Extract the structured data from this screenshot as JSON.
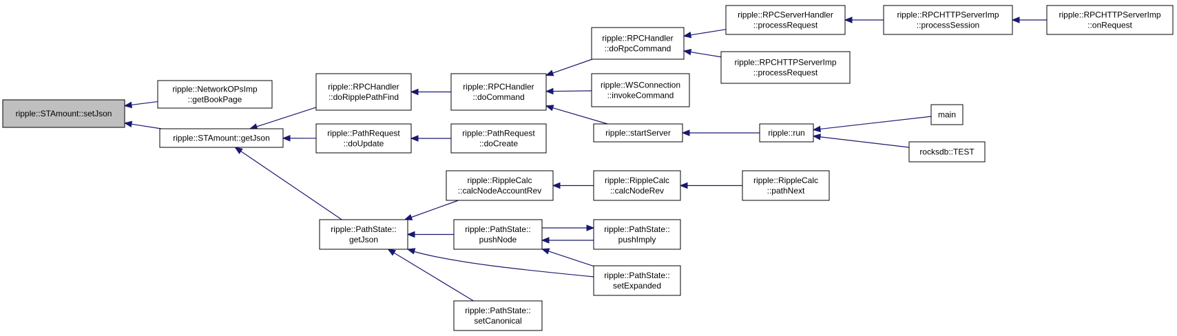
{
  "graph": {
    "colors": {
      "edge": "#191970",
      "root_fill": "#bfbfbf",
      "node_fill": "#ffffff",
      "border": "#000000"
    },
    "nodes": [
      {
        "id": "setJson",
        "lines": [
          "ripple::STAmount::setJson"
        ],
        "root": true
      },
      {
        "id": "getBookPage",
        "lines": [
          "ripple::NetworkOPsImp",
          "::getBookPage"
        ]
      },
      {
        "id": "getJson",
        "lines": [
          "ripple::STAmount::getJson"
        ]
      },
      {
        "id": "doRipplePathFind",
        "lines": [
          "ripple::RPCHandler",
          "::doRipplePathFind"
        ]
      },
      {
        "id": "doUpdate",
        "lines": [
          "ripple::PathRequest",
          "::doUpdate"
        ]
      },
      {
        "id": "psGetJson",
        "lines": [
          "ripple::PathState::",
          "getJson"
        ]
      },
      {
        "id": "doCommand",
        "lines": [
          "ripple::RPCHandler",
          "::doCommand"
        ]
      },
      {
        "id": "doCreate",
        "lines": [
          "ripple::PathRequest",
          "::doCreate"
        ]
      },
      {
        "id": "calcNodeAccountRev",
        "lines": [
          "ripple::RippleCalc",
          "::calcNodeAccountRev"
        ]
      },
      {
        "id": "pushNode",
        "lines": [
          "ripple::PathState::",
          "pushNode"
        ]
      },
      {
        "id": "setCanonical",
        "lines": [
          "ripple::PathState::",
          "setCanonical"
        ]
      },
      {
        "id": "doRpcCommand",
        "lines": [
          "ripple::RPCHandler",
          "::doRpcCommand"
        ]
      },
      {
        "id": "invokeCommand",
        "lines": [
          "ripple::WSConnection",
          "::invokeCommand"
        ]
      },
      {
        "id": "startServer",
        "lines": [
          "ripple::startServer"
        ]
      },
      {
        "id": "calcNodeRev",
        "lines": [
          "ripple::RippleCalc",
          "::calcNodeRev"
        ]
      },
      {
        "id": "pushImply",
        "lines": [
          "ripple::PathState::",
          "pushImply"
        ]
      },
      {
        "id": "setExpanded",
        "lines": [
          "ripple::PathState::",
          "setExpanded"
        ]
      },
      {
        "id": "rpcServerHandlerProcessRequest",
        "lines": [
          "ripple::RPCServerHandler",
          "::processRequest"
        ]
      },
      {
        "id": "rpcHttpServerImpProcessRequest",
        "lines": [
          "ripple::RPCHTTPServerImp",
          "::processRequest"
        ]
      },
      {
        "id": "run",
        "lines": [
          "ripple::run"
        ]
      },
      {
        "id": "pathNext",
        "lines": [
          "ripple::RippleCalc",
          "::pathNext"
        ]
      },
      {
        "id": "processSession",
        "lines": [
          "ripple::RPCHTTPServerImp",
          "::processSession"
        ]
      },
      {
        "id": "main",
        "lines": [
          "main"
        ]
      },
      {
        "id": "rocksdbTest",
        "lines": [
          "rocksdb::TEST"
        ]
      },
      {
        "id": "onRequest",
        "lines": [
          "ripple::RPCHTTPServerImp",
          "::onRequest"
        ]
      }
    ],
    "edges": [
      {
        "from": "getBookPage",
        "to": "setJson"
      },
      {
        "from": "getJson",
        "to": "setJson"
      },
      {
        "from": "doRipplePathFind",
        "to": "getJson"
      },
      {
        "from": "doUpdate",
        "to": "getJson"
      },
      {
        "from": "psGetJson",
        "to": "getJson"
      },
      {
        "from": "doCommand",
        "to": "doRipplePathFind"
      },
      {
        "from": "doCreate",
        "to": "doUpdate"
      },
      {
        "from": "calcNodeAccountRev",
        "to": "psGetJson"
      },
      {
        "from": "pushNode",
        "to": "psGetJson"
      },
      {
        "from": "setExpanded",
        "to": "psGetJson"
      },
      {
        "from": "setCanonical",
        "to": "psGetJson"
      },
      {
        "from": "doRpcCommand",
        "to": "doCommand"
      },
      {
        "from": "invokeCommand",
        "to": "doCommand"
      },
      {
        "from": "startServer",
        "to": "doCommand"
      },
      {
        "from": "calcNodeRev",
        "to": "calcNodeAccountRev"
      },
      {
        "from": "pushImply",
        "to": "pushNode"
      },
      {
        "from": "setExpanded",
        "to": "pushNode"
      },
      {
        "from": "pushNode",
        "to": "pushImply"
      },
      {
        "from": "rpcServerHandlerProcessRequest",
        "to": "doRpcCommand"
      },
      {
        "from": "rpcHttpServerImpProcessRequest",
        "to": "doRpcCommand"
      },
      {
        "from": "run",
        "to": "startServer"
      },
      {
        "from": "pathNext",
        "to": "calcNodeRev"
      },
      {
        "from": "processSession",
        "to": "rpcServerHandlerProcessRequest"
      },
      {
        "from": "main",
        "to": "run"
      },
      {
        "from": "rocksdbTest",
        "to": "run"
      },
      {
        "from": "onRequest",
        "to": "processSession"
      }
    ]
  }
}
